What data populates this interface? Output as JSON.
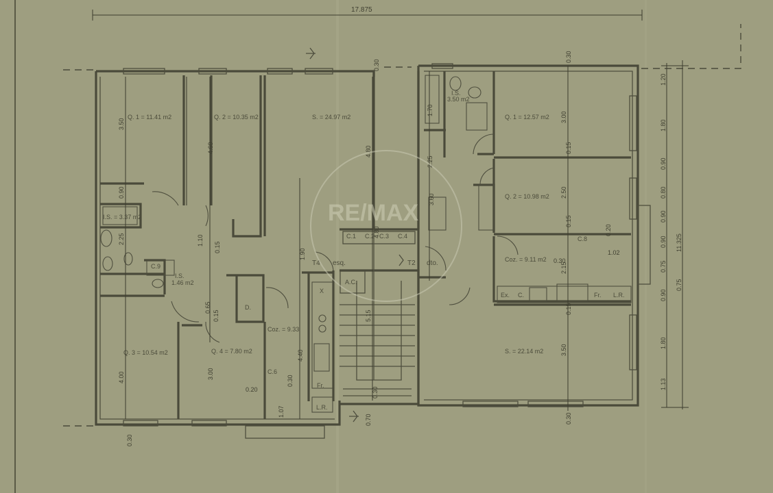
{
  "dimensions": {
    "total_width": "17.875",
    "total_height": "11.325",
    "top_right_1": "0.30",
    "top_right_2": "0.30",
    "right_col": [
      "1.20",
      "1.80",
      "0.90",
      "0.80",
      "0.90",
      "0.90",
      "0.75",
      "0.90",
      "1.80",
      "1.13"
    ],
    "right_075": "0.75",
    "bottom_left": "0.30",
    "bottom_right": "0.30",
    "bottom_mid": "0.70",
    "bottom_mid2": "0.30"
  },
  "rooms": {
    "q1_left": "Q. 1 = 11.41 m2",
    "q2_left": "Q. 2 = 10.35 m2",
    "s_left": "S. = 24.97 m2",
    "is_left": "I.S. = 3.37 m2",
    "is_small": "I.S.",
    "is_small_area": "1.46 m2",
    "q3_left": "Q. 3 = 10.54 m2",
    "q4_left": "Q. 4 = 7.80 m2",
    "coz_left": "Coz. = 9.33",
    "d_label": "D.",
    "q1_right": "Q. 1 = 12.57 m2",
    "q2_right": "Q. 2 = 10.98 m2",
    "coz_right": "Coz. = 9.11 m2",
    "s_right": "S. = 22.14 m2",
    "is_right": "I.S.",
    "is_right_area": "3.50 m2"
  },
  "labels": {
    "t4": "T4",
    "esq": "esq.",
    "t2": "T2",
    "dto": "dto.",
    "ac": "A.C.",
    "c1": "C.1",
    "c2": "C.2",
    "c3": "C.3",
    "c4": "C.4",
    "c6": "C.6",
    "c8": "C.8",
    "c9": "C.9",
    "fr": "Fr.",
    "lr": "L.R.",
    "ex": "Ex.",
    "c": "C.",
    "x": "X",
    "fr_r": "Fr.",
    "lr_r": "L.R.",
    "watermark": "RE/MAX"
  },
  "inner_dims": {
    "h350": "3.50",
    "h460": "4.60",
    "h480": "4.80",
    "h090": "0.90",
    "h110": "1.10",
    "h015a": "0.15",
    "h225": "2.25",
    "h190": "1.90",
    "h400": "4.00",
    "h300": "3.00",
    "h440": "4.40",
    "h020": "0.20",
    "h107": "1.07",
    "h030": "0.30",
    "h065": "0.65",
    "h015b": "0.15",
    "h170": "1.70",
    "h225r": "2.25",
    "h300r": "3.00",
    "h250": "2.50",
    "h015c": "0.15",
    "h215": "2.15",
    "h015d": "0.15",
    "h350r": "3.50",
    "h102": "1.02",
    "h030r": "0.30",
    "h020r": "0.20",
    "h360": "3.60",
    "h015e": "0.15",
    "h480b": "4.80",
    "h515": "5.15"
  }
}
